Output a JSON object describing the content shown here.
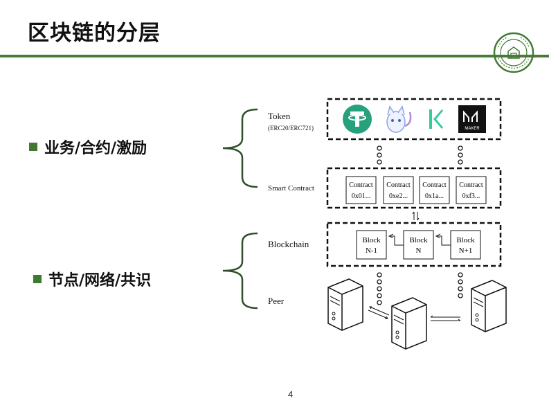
{
  "title": "区块链的分层",
  "bullets": [
    {
      "label": "业务/合约/激励"
    },
    {
      "label": "节点/网络/共识"
    }
  ],
  "layers": {
    "token": {
      "label": "Token",
      "sublabel": "(ERC20/ERC721)"
    },
    "contract": {
      "label": "Smart Contract"
    },
    "blockchain": {
      "label": "Blockchain"
    },
    "peer": {
      "label": "Peer"
    }
  },
  "tokens": [
    {
      "name": "tether-logo",
      "color": "#26a17b"
    },
    {
      "name": "cryptokitty-logo",
      "color": "#8aa6e0"
    },
    {
      "name": "kyber-logo",
      "color": "#31cb9e"
    },
    {
      "name": "maker-logo",
      "color": "#111111",
      "text": "MAKER"
    }
  ],
  "contracts": [
    {
      "title": "Contract",
      "addr": "0x01..."
    },
    {
      "title": "Contract",
      "addr": "0xe2..."
    },
    {
      "title": "Contract",
      "addr": "0x1a..."
    },
    {
      "title": "Contract",
      "addr": "0xf3..."
    }
  ],
  "blocks": [
    {
      "title": "Block",
      "index": "N-1"
    },
    {
      "title": "Block",
      "index": "N"
    },
    {
      "title": "Block",
      "index": "N+1"
    }
  ],
  "page_number": "4",
  "colors": {
    "accent": "#4a7a3a",
    "bullet": "#3f7a30",
    "bracket": "#2f4f2a"
  }
}
